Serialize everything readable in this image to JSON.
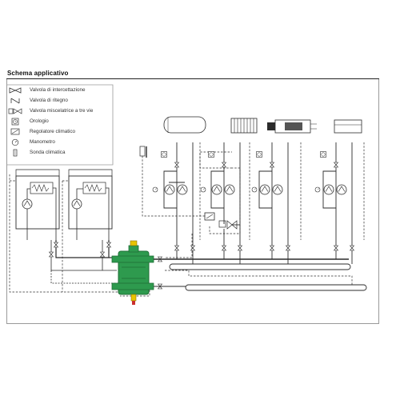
{
  "title": "Schema applicativo",
  "legend": [
    {
      "icon": "shutoff-valve-icon",
      "label": "Valvola di intercettazione"
    },
    {
      "icon": "check-valve-icon",
      "label": "Valvola di ritegno"
    },
    {
      "icon": "three-way-mixing-valve-icon",
      "label": "Valvola miscelatrice a tre vie"
    },
    {
      "icon": "clock-icon",
      "label": "Orologio"
    },
    {
      "icon": "climate-regulator-icon",
      "label": "Regolatore climatico"
    },
    {
      "icon": "pressure-gauge-icon",
      "label": "Manometro"
    },
    {
      "icon": "climate-probe-icon",
      "label": "Sonda climatica"
    }
  ],
  "colors": {
    "line": "#2b2b2b",
    "separator_green": "#2e9a4e",
    "separator_dark": "#1f6e36",
    "separator_yellow": "#e8c300",
    "frame": "#9a9a9a"
  }
}
